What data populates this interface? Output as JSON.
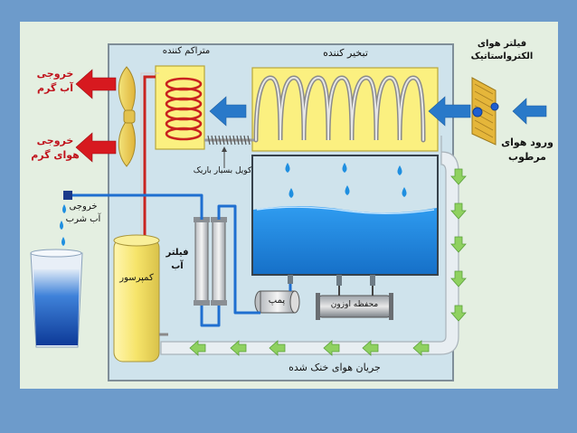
{
  "labels": {
    "condenser": "متراکم کننده",
    "evaporator": "تبخیر کننده",
    "electrostatic_filter": [
      "فیلتر هوای",
      "الکترواستاتیک"
    ],
    "humid_air_inlet": [
      "ورود هوای",
      "مرطوب"
    ],
    "hot_water_outlet": [
      "خروجی",
      "آب گرم"
    ],
    "hot_air_outlet": [
      "خروجی",
      "هوای گرم"
    ],
    "capillary_coil": "کویل بسیار باریک",
    "drinking_water_outlet": [
      "خروجی",
      "آب شرب"
    ],
    "compressor": "کمپرسور",
    "water_filter": [
      "فیلتر",
      "آب"
    ],
    "pump": "پمپ",
    "ozone_chamber": "محفظه اوزون",
    "cooled_air_flow": "جریان هوای خنک شده"
  },
  "colors": {
    "page_bg": "#6d9bcb",
    "panel_bg": "#e4efe1",
    "housing_bg": "#cfe3ec",
    "coil_box": "#fbf080",
    "arrow_blue": "#2979c9",
    "arrow_red": "#d7191f",
    "water_blue": "#1f8fe0",
    "pipe_blue": "#1f6fd0",
    "green_arrow": "#8fd160"
  }
}
